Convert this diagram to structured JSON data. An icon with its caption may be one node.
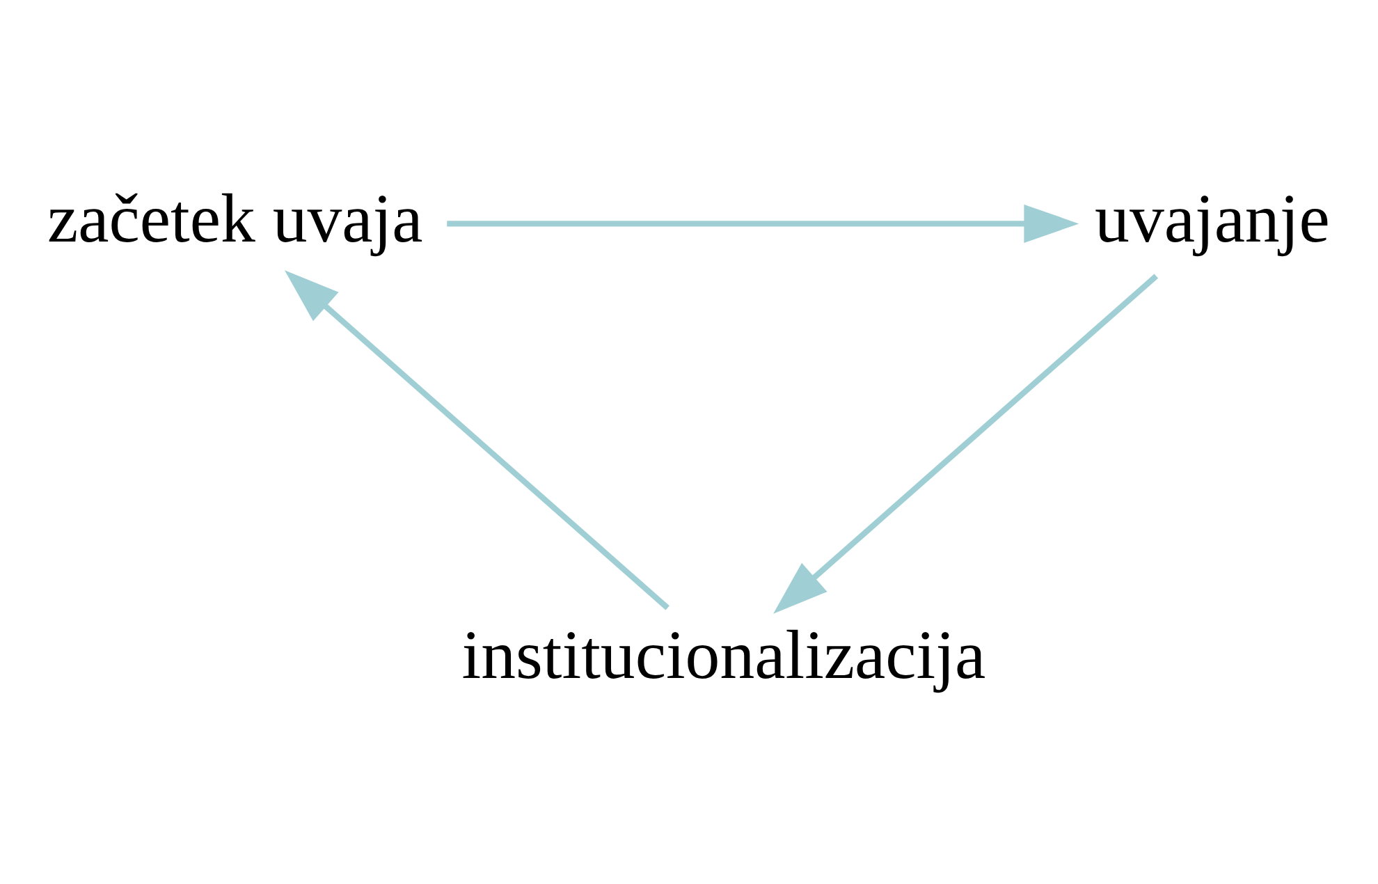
{
  "diagram": {
    "nodes": [
      {
        "text": [
          "začetek uvaja"
        ]
      },
      {
        "text": [
          "uvajanje"
        ]
      },
      {
        "text": [
          "institucionalizacija"
        ]
      }
    ],
    "edges": [
      {
        "from": 0,
        "to": 1,
        "arrow": "to"
      },
      {
        "from": 1,
        "to": 2,
        "arrow": "to"
      },
      {
        "from": 2,
        "to": 0,
        "arrow": "to"
      }
    ]
  }
}
